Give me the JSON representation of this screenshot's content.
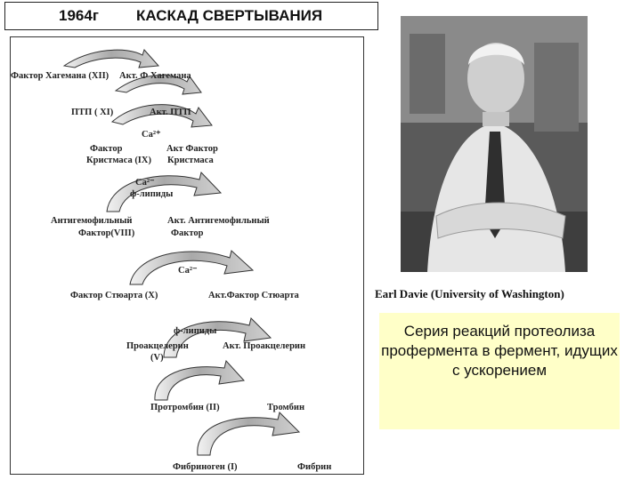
{
  "header": {
    "year": "1964г",
    "title": "КАСКАД СВЕРТЫВАНИЯ"
  },
  "cascade": {
    "step1": {
      "left": "Фактор Хагемана (XII)",
      "right": "Акт. Ф  Хагемана"
    },
    "step2": {
      "left": "ПТП ( XI)",
      "right": "Акт. ПТП"
    },
    "step3": {
      "cofactor": "Ca²⁺",
      "left_line1": "Фактор",
      "left_line2": "Кристмаса (IX)",
      "right_line1": "Акт Фактор",
      "right_line2": "Кристмаса"
    },
    "step4": {
      "cofactor_line1": "Ca²⁻",
      "cofactor_line2": "ф-липиды",
      "left_line1": "Антигемофильный",
      "left_line2": "Фактор(VIII)",
      "right_line1": "Акт. Антигемофильный",
      "right_line2": "Фактор"
    },
    "step5": {
      "cofactor": "Ca²⁻",
      "left": "Фактор Стюарта (X)",
      "right": "Акт.Фактор Стюарта"
    },
    "step6": {
      "cofactor": "ф-липиды",
      "left_line1": "Проакцелерин",
      "left_line2": "(V)",
      "right": "Акт. Проакцелерин"
    },
    "step7": {
      "left": "Протромбин (II)",
      "right": "Тромбин"
    },
    "step8": {
      "left": "Фибриноген (I)",
      "right": "Фибрин"
    }
  },
  "photo_caption": "Earl Davie  (University of Washington)",
  "note": {
    "text": "Серия реакций протеолиза профермента в фермент, идущих  с ускорением"
  },
  "colors": {
    "note_bg": "#ffffc8",
    "arrow_fill": "#bdbdbd",
    "arrow_stroke": "#333333"
  }
}
